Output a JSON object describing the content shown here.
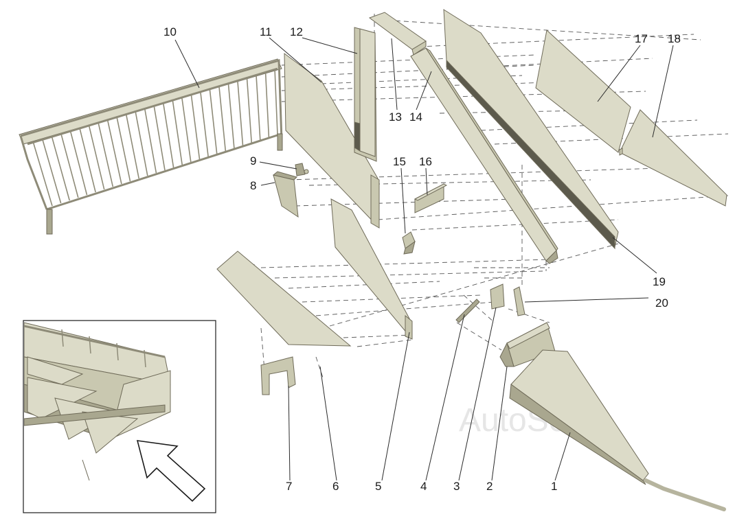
{
  "diagram": {
    "callouts": [
      "1",
      "2",
      "3",
      "4",
      "5",
      "6",
      "7",
      "8",
      "9",
      "10",
      "11",
      "12",
      "13",
      "14",
      "15",
      "16",
      "17",
      "18",
      "19",
      "20"
    ],
    "watermark": "AutoSo",
    "inset_arrow_icon": "arrow-icon"
  }
}
